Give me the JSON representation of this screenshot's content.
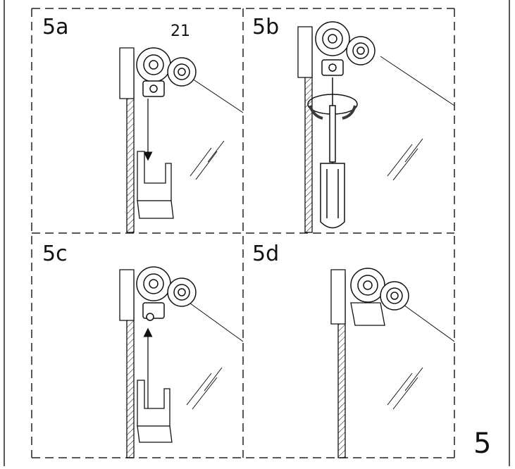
{
  "colors": {
    "line": "#111111",
    "border": "#222222",
    "accent": "#3b3b3b"
  },
  "panels": [
    {
      "id": "5a",
      "label": "5a",
      "step": "lower-clip-and-slide-on",
      "arrow": "down"
    },
    {
      "id": "5b",
      "label": "5b",
      "step": "tighten-screw",
      "arrow": "none"
    },
    {
      "id": "5c",
      "label": "5c",
      "step": "slide-up-into-place",
      "arrow": "up"
    },
    {
      "id": "5d",
      "label": "5d",
      "step": "assembled",
      "arrow": "none"
    }
  ],
  "callouts": {
    "part_number": "21"
  },
  "page": {
    "number": "5"
  },
  "icons": {
    "roller": "roller-wheel-icon",
    "screwdriver": "screwdriver-icon",
    "rotation": "rotation-arrow-icon",
    "arrow_down": "arrow-down-icon",
    "arrow_up": "arrow-up-icon",
    "glass_reflection": "glass-reflection-icon"
  }
}
